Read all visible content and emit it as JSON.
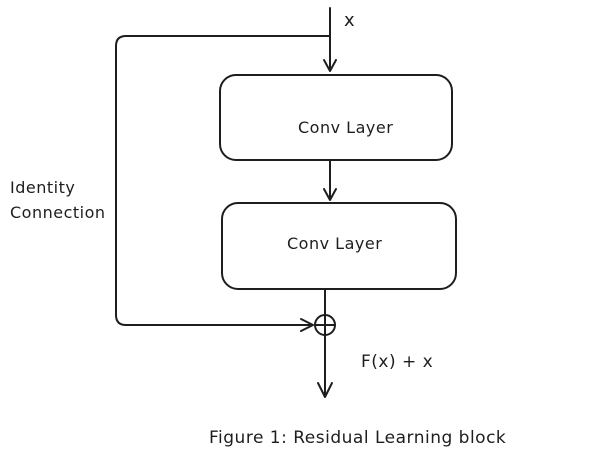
{
  "diagram": {
    "input_label": "x",
    "layers": [
      {
        "label": "Conv Layer"
      },
      {
        "label": "Conv Layer"
      }
    ],
    "identity_label": [
      "Identity",
      "Connection"
    ],
    "output_label": "F(x) + x",
    "caption": "Figure 1: Residual Learning block"
  }
}
